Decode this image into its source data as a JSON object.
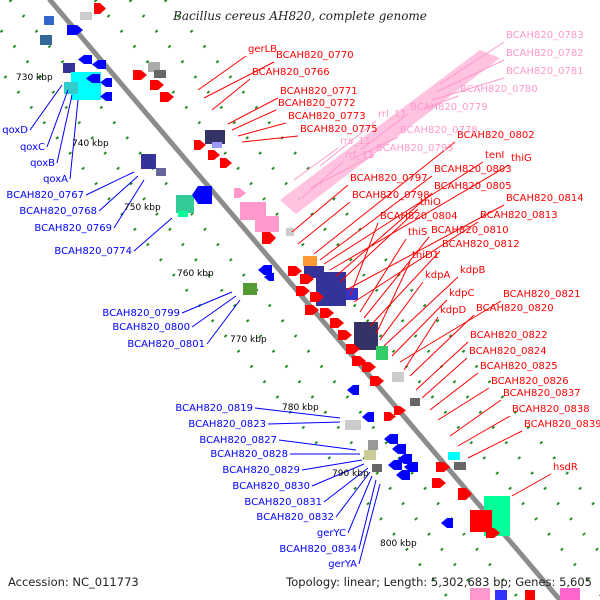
{
  "title": "Bacillus cereus AH820, complete genome",
  "footer": {
    "accession": "Accession: NC_011773",
    "summary": "Topology: linear; Length: 5,302,683 bp; Genes: 5,605"
  },
  "colors": {
    "backbone": "#8c8c8c",
    "cds_red": "#ff0000",
    "cds_blue": "#0000ff",
    "rna_pink": "#ff99cc",
    "tick_green": "#228b22"
  },
  "kbp_marks": [
    "730 kbp",
    "740 kbp",
    "750 kbp",
    "760 kbp",
    "770 kbp",
    "780 kbp",
    "790 kbp",
    "800 kbp"
  ],
  "left_labels": [
    "qoxD",
    "qoxC",
    "qoxB",
    "qoxA",
    "BCAH820_0767",
    "BCAH820_0768",
    "BCAH820_0769",
    "BCAH820_0774",
    "BCAH820_0799",
    "BCAH820_0800",
    "BCAH820_0801",
    "BCAH820_0819",
    "BCAH820_0823",
    "BCAH820_0827",
    "BCAH820_0828",
    "BCAH820_0829",
    "BCAH820_0830",
    "BCAH820_0831",
    "BCAH820_0832",
    "gerYC",
    "BCAH820_0834",
    "gerYA"
  ],
  "red_labels": [
    "gerLB",
    "BCAH820_0770",
    "BCAH820_0766",
    "BCAH820_0771",
    "BCAH820_0772",
    "BCAH820_0773",
    "BCAH820_0775",
    "BCAH820_0802",
    "BCAH820_0797",
    "BCAH820_0798",
    "BCAH820_0803",
    "tenI",
    "thiG",
    "BCAH820_0805",
    "thiO",
    "BCAH820_0814",
    "BCAH820_0804",
    "BCAH820_0813",
    "thiS",
    "BCAH820_0810",
    "BCAH820_0812",
    "thiD1",
    "kdpA",
    "kdpB",
    "kdpC",
    "BCAH820_0821",
    "kdpD",
    "BCAH820_0820",
    "BCAH820_0822",
    "BCAH820_0824",
    "BCAH820_0825",
    "BCAH820_0826",
    "BCAH820_0837",
    "BCAH820_0838",
    "BCAH820_0839",
    "hsdR"
  ],
  "pink_labels": [
    "BCAH820_0783",
    "BCAH820_0782",
    "BCAH820_0781",
    "BCAH820_0780",
    "BCAH820_0779",
    "rrl_11",
    "BCAH820_0778",
    "rrs_11",
    "BCAH820_0793",
    "rrf_11"
  ]
}
